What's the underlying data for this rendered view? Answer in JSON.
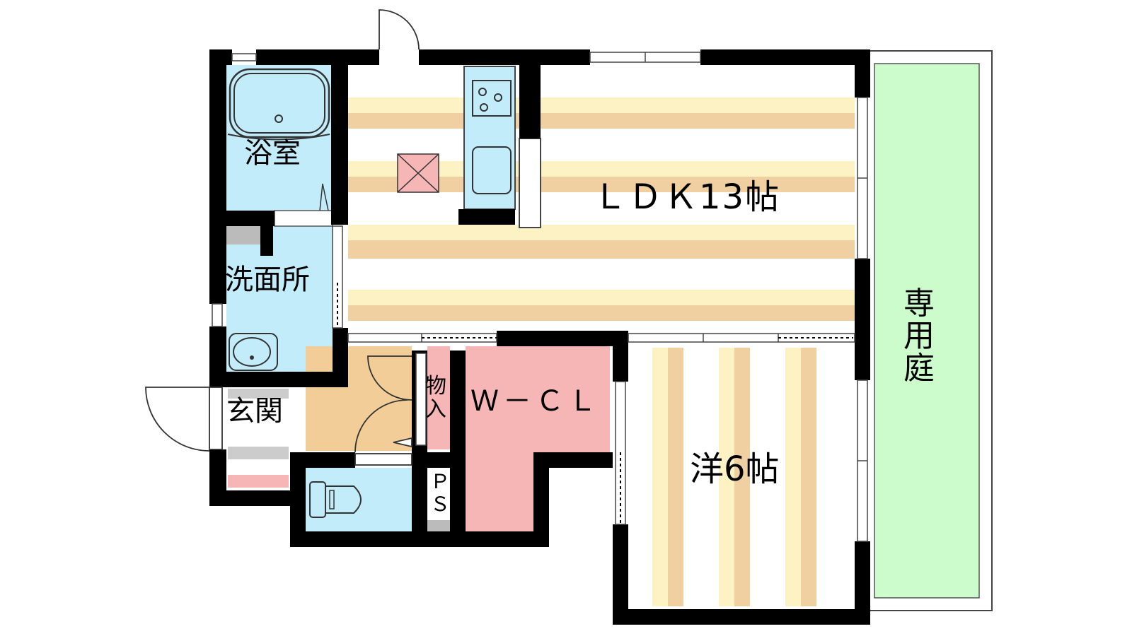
{
  "rooms": {
    "bathroom": "浴室",
    "washroom": "洗面所",
    "entrance": "玄関",
    "ldk": "ＬＤＫ13帖",
    "walk_in_closet": "Ｗ－ＣＬ",
    "storage": "物入",
    "pipe_space": "ＰＳ",
    "western_room": "洋6帖",
    "private_garden": "専用庭"
  },
  "colors": {
    "wall": "#000000",
    "bath_blue": "#c3ecfa",
    "closet_pink": "#f6b6b6",
    "floor_stripe": "#f0cfa0",
    "floor_stripe_light": "#fcf2c4",
    "entrance_tan": "#f2cd98",
    "garden_green": "#ccfccc",
    "entrance_gray": "#cccccc"
  }
}
